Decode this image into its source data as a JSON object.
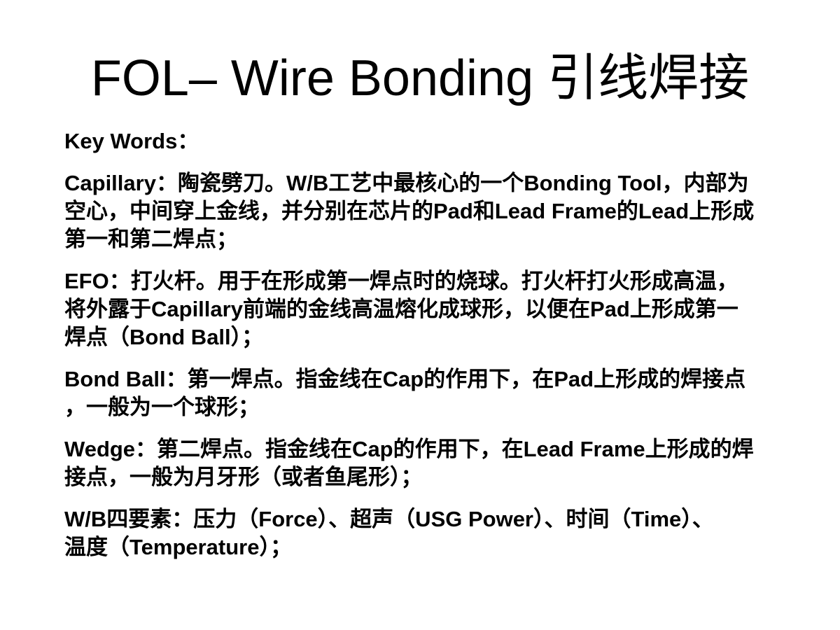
{
  "slide": {
    "title": "FOL– Wire Bonding 引线焊接",
    "key_words_label": "Key Words：",
    "paragraphs": [
      {
        "lines": [
          "Capillary：陶瓷劈刀。W/B工艺中最核心的一个Bonding Tool，内部为",
          "空心，中间穿上金线，并分别在芯片的Pad和Lead Frame的Lead上形成",
          "第一和第二焊点；"
        ]
      },
      {
        "lines": [
          "EFO：打火杆。用于在形成第一焊点时的烧球。打火杆打火形成高温，",
          "将外露于Capillary前端的金线高温熔化成球形，以便在Pad上形成第一",
          "焊点（Bond Ball）；"
        ]
      },
      {
        "lines": [
          "Bond Ball：第一焊点。指金线在Cap的作用下，在Pad上形成的焊接点",
          "，一般为一个球形；"
        ]
      },
      {
        "lines": [
          "Wedge：第二焊点。指金线在Cap的作用下，在Lead Frame上形成的焊",
          "接点，一般为月牙形（或者鱼尾形）；"
        ]
      },
      {
        "lines": [
          "W/B四要素：压力（Force）、超声（USG Power）、时间（Time）、",
          "温度（Temperature）；"
        ]
      }
    ]
  }
}
